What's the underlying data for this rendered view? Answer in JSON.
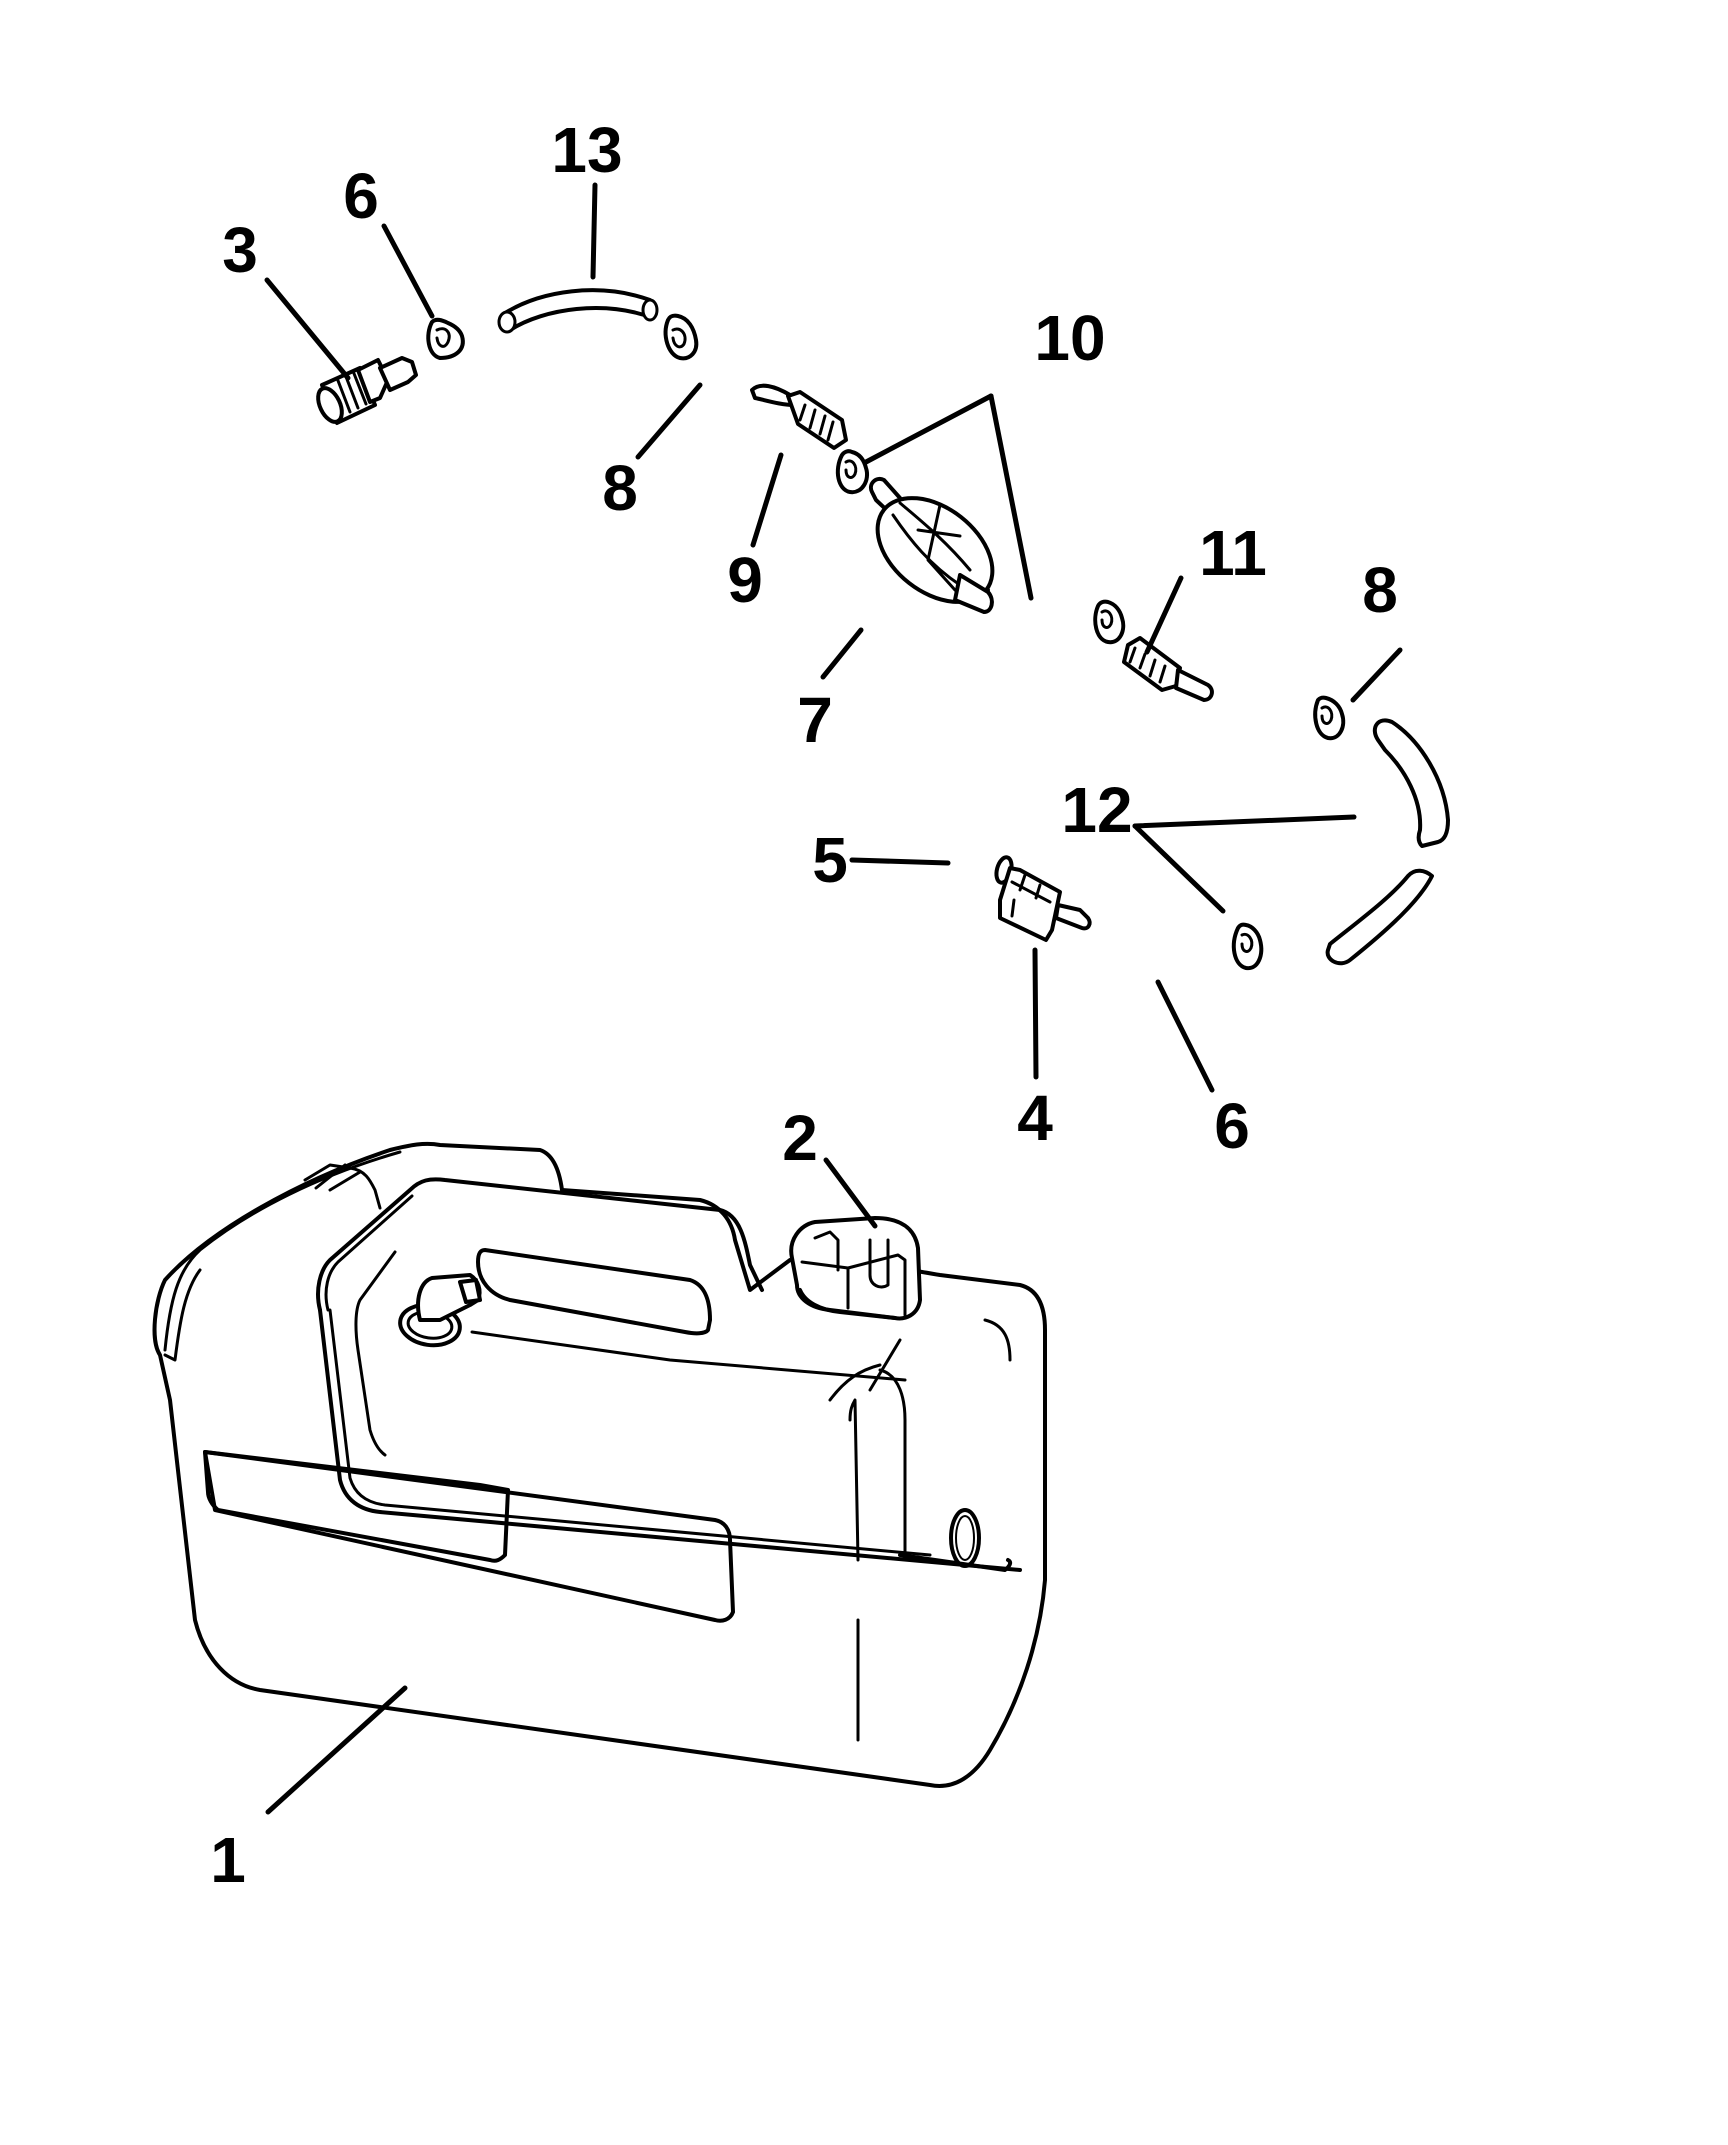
{
  "diagram": {
    "title": "Portable fuel tank and fuel line assembly - exploded parts view",
    "colors": {
      "ink": "#000000",
      "background": "#ffffff"
    },
    "callouts": [
      {
        "id": "c1",
        "label": "1",
        "part": "fuel-tank"
      },
      {
        "id": "c2",
        "label": "2",
        "part": "filler-cap"
      },
      {
        "id": "c3",
        "label": "3",
        "part": "threaded-hose-fitting"
      },
      {
        "id": "c4",
        "label": "4",
        "part": "tank-connector"
      },
      {
        "id": "c5",
        "label": "5",
        "part": "o-ring"
      },
      {
        "id": "c6a",
        "label": "6",
        "part": "hose-clamp-upper"
      },
      {
        "id": "c6b",
        "label": "6",
        "part": "hose-clamp-lower"
      },
      {
        "id": "c7",
        "label": "7",
        "part": "primer-bulb"
      },
      {
        "id": "c8a",
        "label": "8",
        "part": "hose-clamp-left"
      },
      {
        "id": "c8b",
        "label": "8",
        "part": "hose-clamp-right"
      },
      {
        "id": "c9",
        "label": "9",
        "part": "inlet-check-valve"
      },
      {
        "id": "c10",
        "label": "10",
        "part": "primer-bulb-clamps"
      },
      {
        "id": "c11",
        "label": "11",
        "part": "outlet-check-valve"
      },
      {
        "id": "c12",
        "label": "12",
        "part": "fuel-hose-segments"
      },
      {
        "id": "c13",
        "label": "13",
        "part": "short-fuel-hose"
      }
    ]
  }
}
